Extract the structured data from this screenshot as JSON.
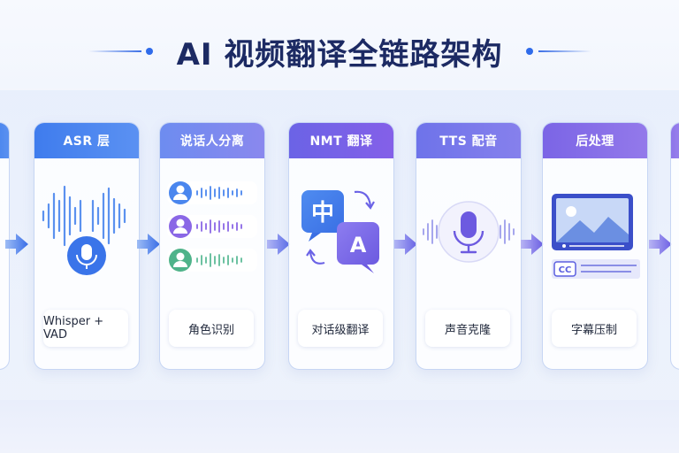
{
  "title": "AI 视频翻译全链路架构",
  "colors": {
    "title": "#1c2a63",
    "accent_blue": "#3c73ea",
    "accent_purple": "#7a63e6",
    "card_border": "#c7d6f4"
  },
  "stages": [
    {
      "head": "ASR 层",
      "pill": "Whisper + VAD",
      "icon": "microphone-waveform-icon"
    },
    {
      "head": "说话人分离",
      "pill": "角色识别",
      "icon": "speaker-avatars-icon"
    },
    {
      "head": "NMT 翻译",
      "pill": "对话级翻译",
      "icon": "translate-icon"
    },
    {
      "head": "TTS 配音",
      "pill": "声音克隆",
      "icon": "microphone-icon"
    },
    {
      "head": "后处理",
      "pill": "字幕压制",
      "icon": "video-subtitle-icon"
    }
  ],
  "translate_icon": {
    "source_glyph": "中",
    "target_glyph": "A"
  },
  "subtitle_icon": {
    "cc_label": "CC"
  }
}
